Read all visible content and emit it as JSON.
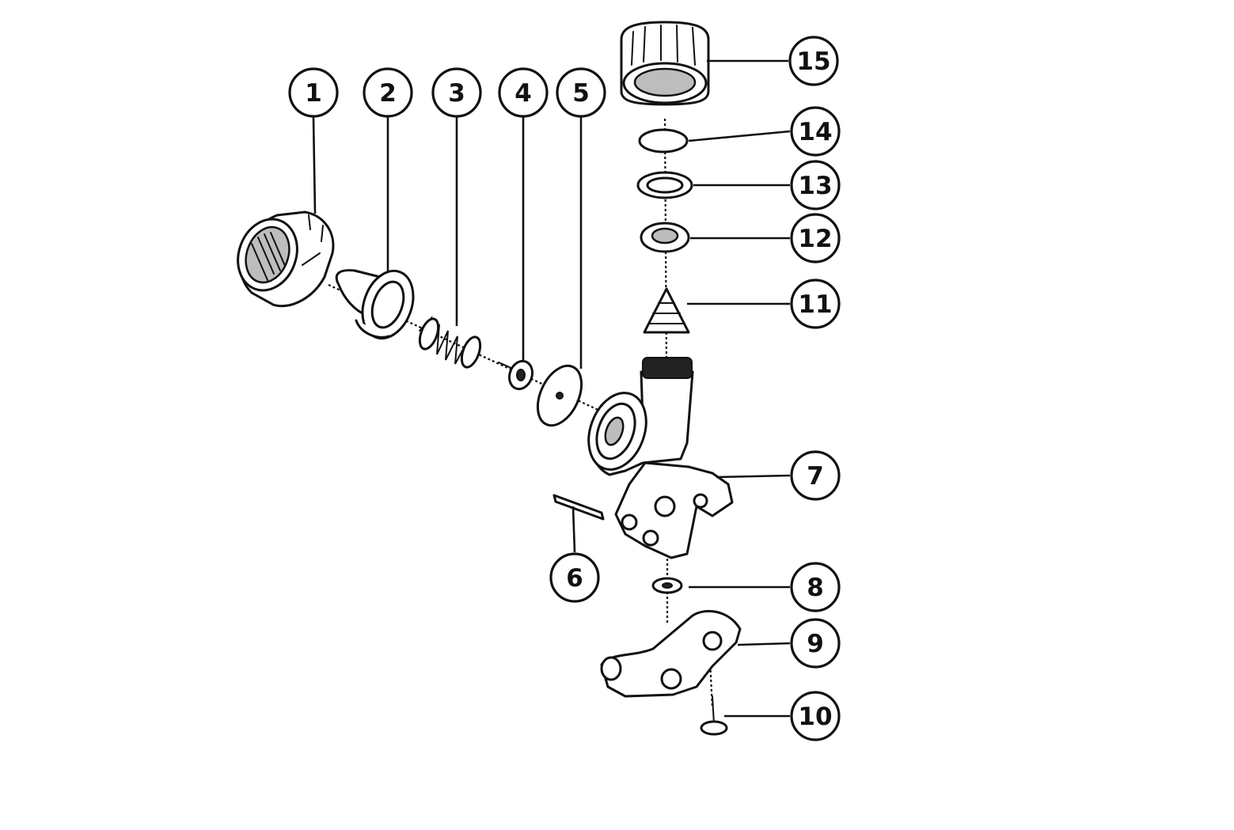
{
  "diagram": {
    "callouts": [
      {
        "id": 1,
        "label": "1"
      },
      {
        "id": 2,
        "label": "2"
      },
      {
        "id": 3,
        "label": "3"
      },
      {
        "id": 4,
        "label": "4"
      },
      {
        "id": 5,
        "label": "5"
      },
      {
        "id": 6,
        "label": "6"
      },
      {
        "id": 7,
        "label": "7"
      },
      {
        "id": 8,
        "label": "8"
      },
      {
        "id": 9,
        "label": "9"
      },
      {
        "id": 10,
        "label": "10"
      },
      {
        "id": 11,
        "label": "11"
      },
      {
        "id": 12,
        "label": "12"
      },
      {
        "id": 13,
        "label": "13"
      },
      {
        "id": 14,
        "label": "14"
      },
      {
        "id": 15,
        "label": "15"
      }
    ]
  }
}
